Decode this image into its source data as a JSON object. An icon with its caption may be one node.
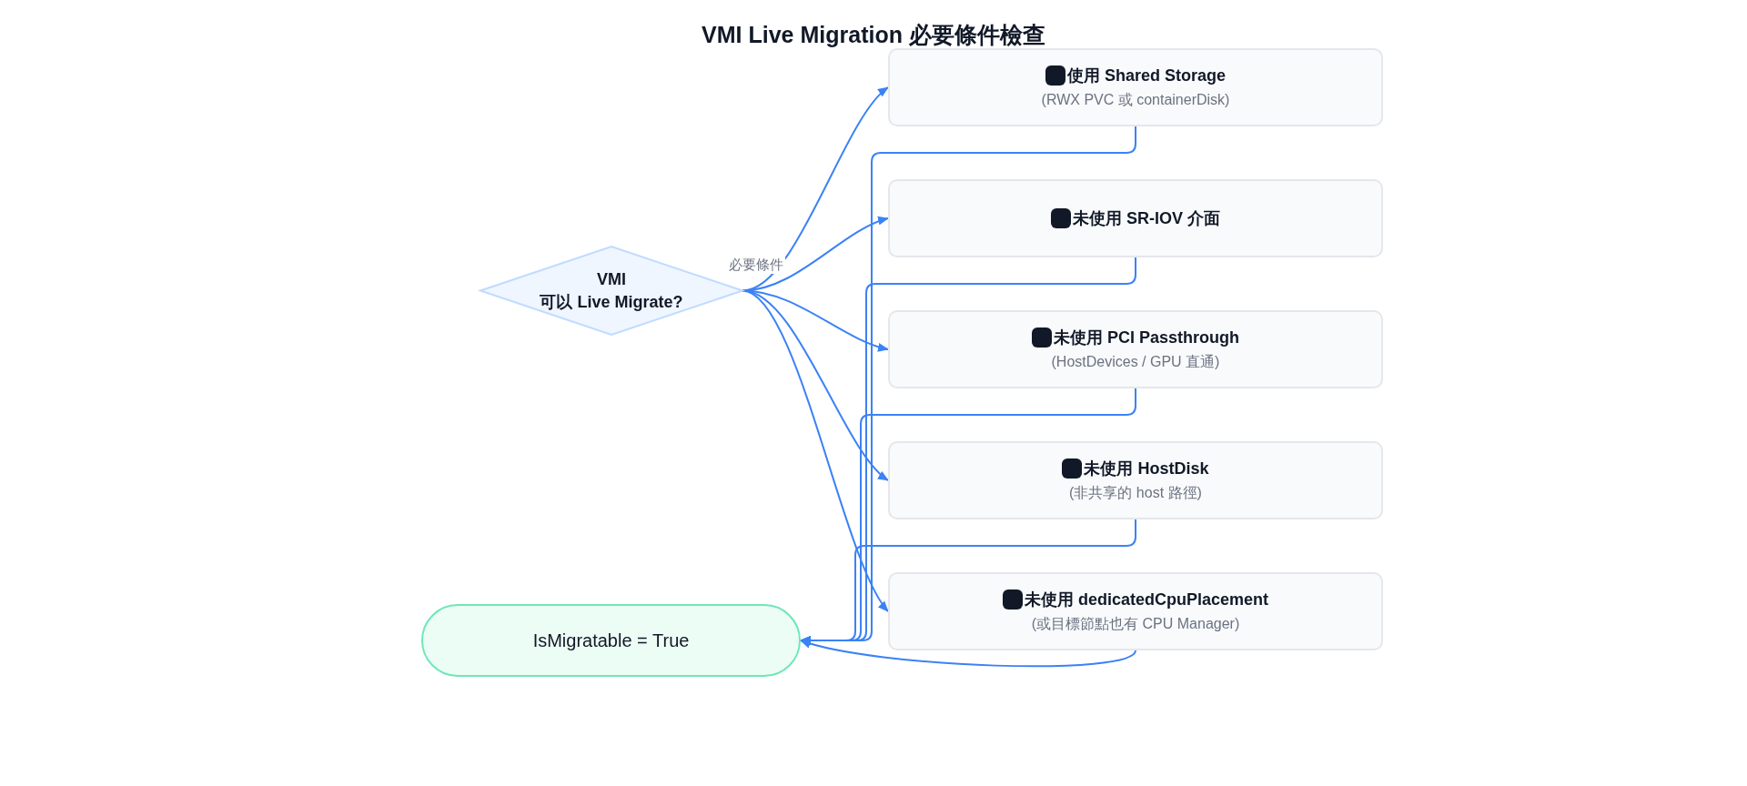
{
  "diagram": {
    "title": "VMI Live Migration 必要條件檢查",
    "nodes": [
      {
        "text": [
          "VMI",
          "可以 Live Migrate?"
        ]
      },
      {
        "text": [
          "使用 Shared Storage",
          "(RWX PVC 或 containerDisk)"
        ]
      },
      {
        "text": [
          "未使用 SR-IOV 介面"
        ]
      },
      {
        "text": [
          "未使用 PCI Passthrough",
          "(HostDevices / GPU 直通)"
        ]
      },
      {
        "text": [
          "未使用 HostDisk",
          "(非共享的 host 路徑)"
        ]
      },
      {
        "text": [
          "未使用 dedicatedCpuPlacement",
          "(或目標節點也有 CPU Manager)"
        ]
      },
      {
        "text": [
          "IsMigratable = True"
        ]
      }
    ],
    "edges": [
      {
        "from": 0,
        "to": 1,
        "arrow": "to",
        "label": "必要條件"
      },
      {
        "from": 0,
        "to": 2,
        "arrow": "to"
      },
      {
        "from": 0,
        "to": 3,
        "arrow": "to"
      },
      {
        "from": 0,
        "to": 4,
        "arrow": "to"
      },
      {
        "from": 0,
        "to": 5,
        "arrow": "to"
      },
      {
        "from": 1,
        "to": 6,
        "arrow": "to"
      },
      {
        "from": 2,
        "to": 6,
        "arrow": "to"
      },
      {
        "from": 3,
        "to": 6,
        "arrow": "to"
      },
      {
        "from": 4,
        "to": 6,
        "arrow": "to"
      },
      {
        "from": 5,
        "to": 6,
        "arrow": "to"
      }
    ]
  }
}
